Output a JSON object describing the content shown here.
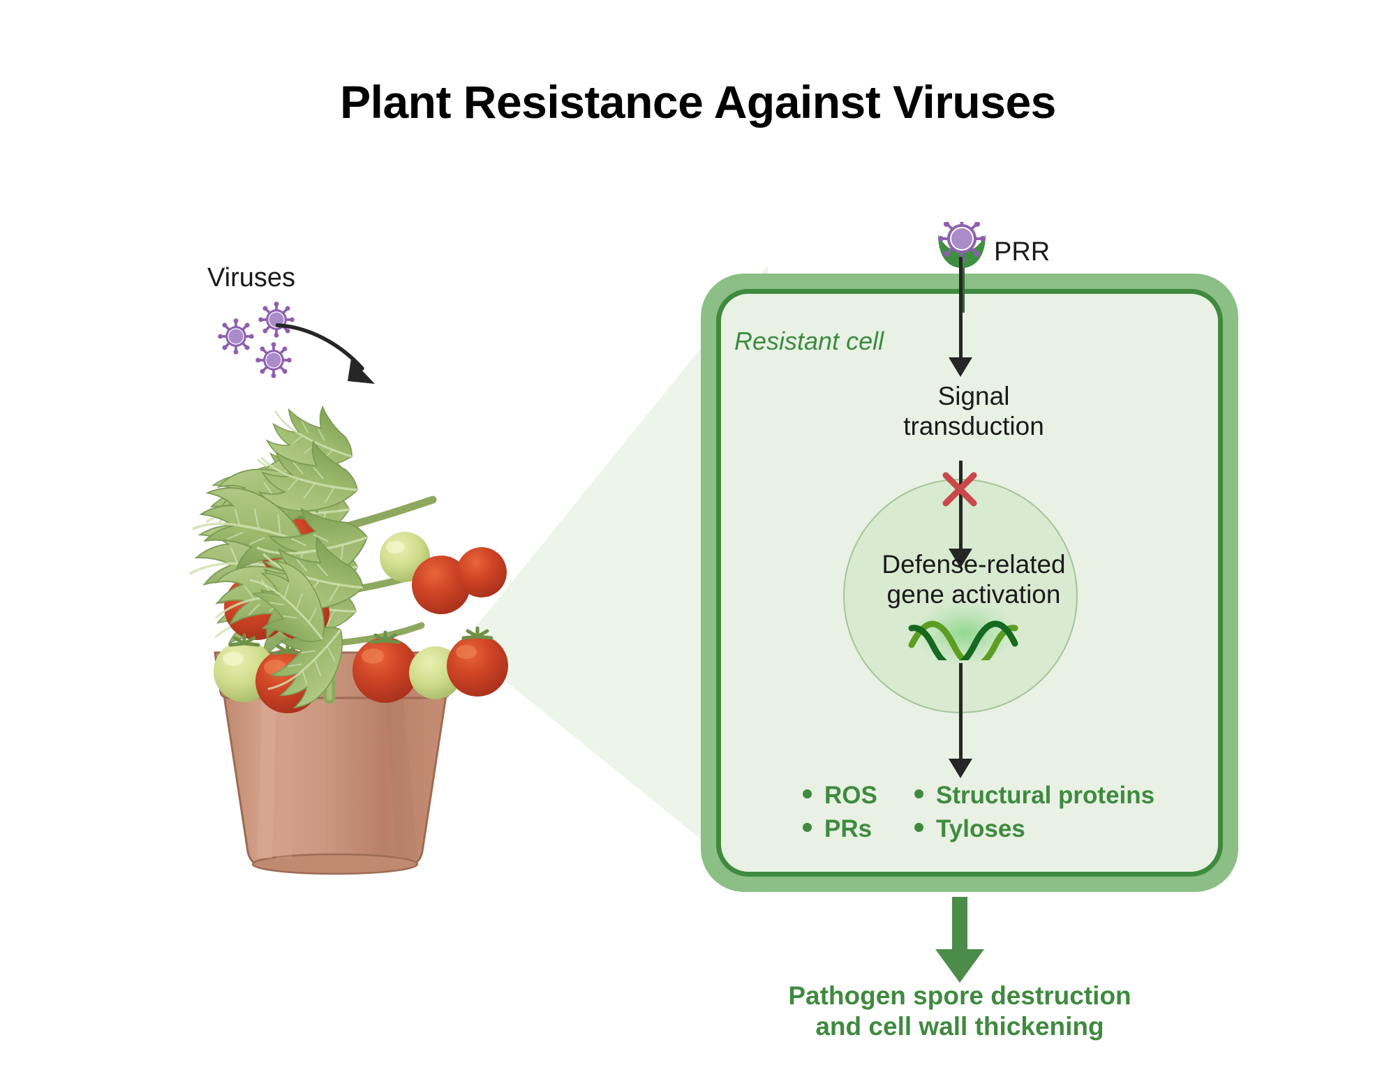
{
  "title": "Plant Resistance Against Viruses",
  "labels": {
    "viruses": "Viruses",
    "prr": "PRR",
    "resistant_cell": "Resistant cell"
  },
  "flow": {
    "signal_transduction": "Signal\ntransduction",
    "gene_activation": "Defense-related\ngene activation"
  },
  "outputs": {
    "rows": [
      {
        "left": "ROS",
        "right": "Structural proteins"
      },
      {
        "left": "PRs",
        "right": "Tyloses"
      }
    ]
  },
  "conclusion": "Pathogen spore destruction\nand cell wall thickening",
  "icons": {
    "virus": "virus-particle-icon",
    "prr_receptor": "prr-receptor-icon",
    "dna": "dna-helix-icon",
    "blocked": "red-x-icon",
    "plant": "tomato-plant-icon",
    "pot": "terracotta-pot-icon",
    "infection_arrow": "curved-infection-arrow-icon"
  },
  "colors": {
    "cell_wall": "#8cbf86",
    "cell_membrane_stroke": "#3e8a3f",
    "cytoplasm": "#e8f1e4",
    "nucleus_fill": "#d8ead0",
    "nucleus_stroke": "#a6c49a",
    "accent_green": "#3f8a3f",
    "arrow_green": "#4c8c4a",
    "virus_purple": "#8e5fae",
    "virus_core": "#ab8cc9",
    "block_red": "#c9484b",
    "arrow_black": "#262626",
    "dna_dark": "#16691f",
    "dna_light": "#5c9e22",
    "pot_terracotta": "#c79077",
    "tomato_red": "#c8402a",
    "tomato_green": "#cfd98a",
    "leaf_green": "#9fbb6e",
    "cone_fill": "#edf5ea",
    "title_black": "#000000"
  }
}
